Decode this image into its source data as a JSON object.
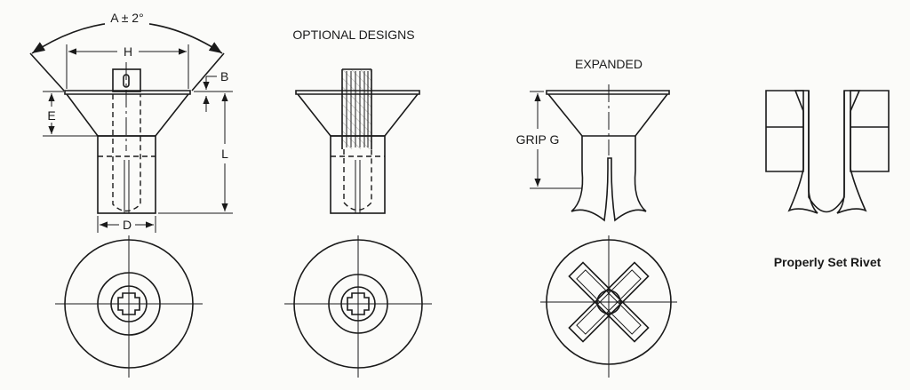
{
  "labels": {
    "angle": "A ± 2°",
    "head_diameter": "H",
    "head_thickness": "B",
    "head_height": "E",
    "length": "L",
    "diameter": "D",
    "optional_designs": "OPTIONAL DESIGNS",
    "expanded": "EXPANDED",
    "grip": "GRIP G",
    "properly_set": "Properly Set Rivet"
  }
}
